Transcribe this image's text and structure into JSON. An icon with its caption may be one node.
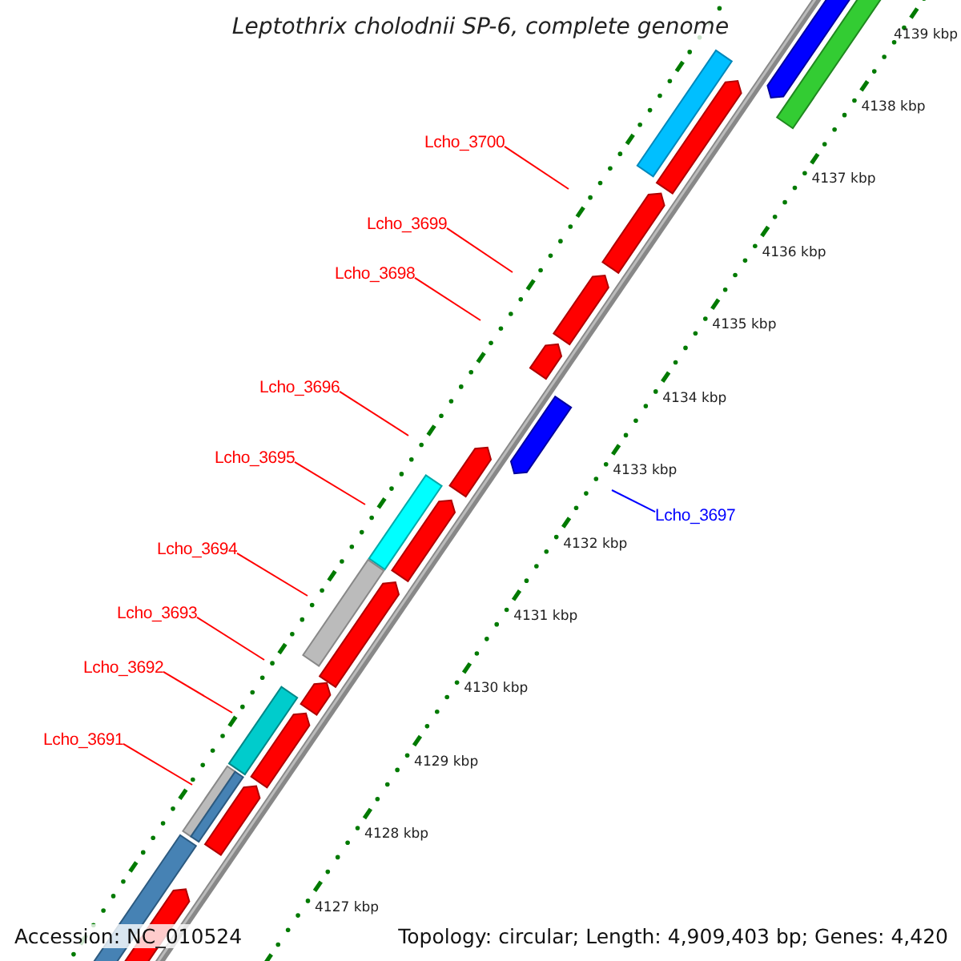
{
  "diagram": {
    "title": "Leptothrix cholodnii SP-6, complete genome",
    "nodes": [
      {
        "text": [
          "Lcho_3700"
        ]
      },
      {
        "text": [
          "Lcho_3699"
        ]
      },
      {
        "text": [
          "Lcho_3698"
        ]
      },
      {
        "text": [
          "Lcho_3696"
        ]
      },
      {
        "text": [
          "Lcho_3695"
        ]
      },
      {
        "text": [
          "Lcho_3697"
        ]
      },
      {
        "text": [
          "Lcho_3694"
        ]
      },
      {
        "text": [
          "Lcho_3693"
        ]
      },
      {
        "text": [
          "Lcho_3692"
        ]
      },
      {
        "text": [
          "Lcho_3691"
        ]
      }
    ],
    "edges": [
      {
        "from": 0,
        "to": null,
        "arrow": "none"
      },
      {
        "from": 1,
        "to": null,
        "arrow": "none"
      },
      {
        "from": 2,
        "to": null,
        "arrow": "none"
      },
      {
        "from": 3,
        "to": null,
        "arrow": "none"
      },
      {
        "from": 4,
        "to": null,
        "arrow": "none"
      },
      {
        "from": 5,
        "to": null,
        "arrow": "none",
        "color": "#0000ff"
      },
      {
        "from": 6,
        "to": null,
        "arrow": "none"
      },
      {
        "from": 7,
        "to": null,
        "arrow": "none"
      },
      {
        "from": 8,
        "to": null,
        "arrow": "none"
      },
      {
        "from": 9,
        "to": null,
        "arrow": "none"
      }
    ],
    "labels": [
      "4139 kbp",
      "4138 kbp",
      "4137 kbp",
      "4136 kbp",
      "4135 kbp",
      "4134 kbp",
      "4133 kbp",
      "4132 kbp",
      "4131 kbp",
      "4130 kbp",
      "4129 kbp",
      "4128 kbp",
      "4127 kbp",
      "Accession: NC_010524",
      "Topology: circular; Length: 4,909,403 bp; Genes: 4,420"
    ]
  }
}
